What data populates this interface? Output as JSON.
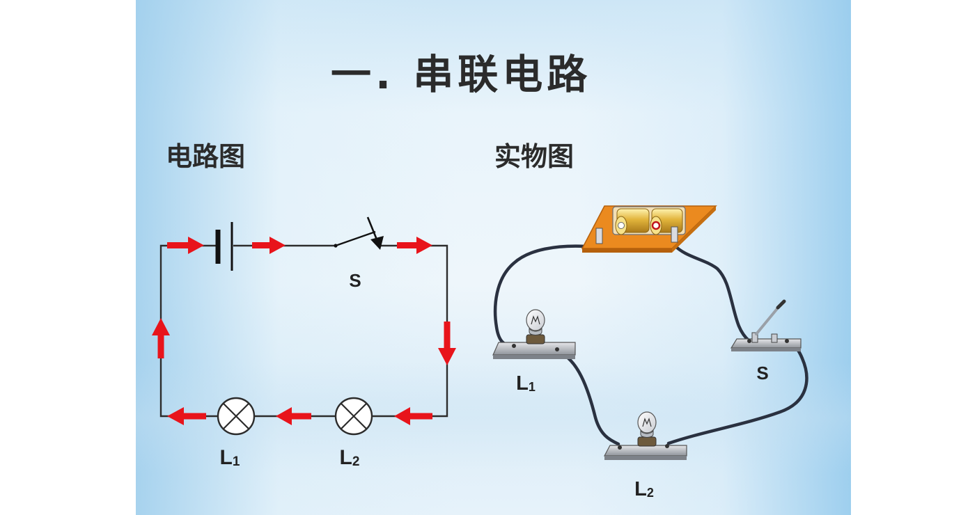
{
  "title": "一. 串联电路",
  "left_panel": {
    "label": "电路图",
    "switch_label": "S",
    "lamp1": {
      "name": "L",
      "sub": "1"
    },
    "lamp2": {
      "name": "L",
      "sub": "2"
    }
  },
  "right_panel": {
    "label": "实物图",
    "switch_label": "S",
    "lamp1": {
      "name": "L",
      "sub": "1"
    },
    "lamp2": {
      "name": "L",
      "sub": "2"
    }
  },
  "colors": {
    "arrow": "#e8141b",
    "wire": "#2c2c2c",
    "real_wire": "#2a3140",
    "board": "#eb8a1f",
    "battery": "#e2b53c"
  }
}
